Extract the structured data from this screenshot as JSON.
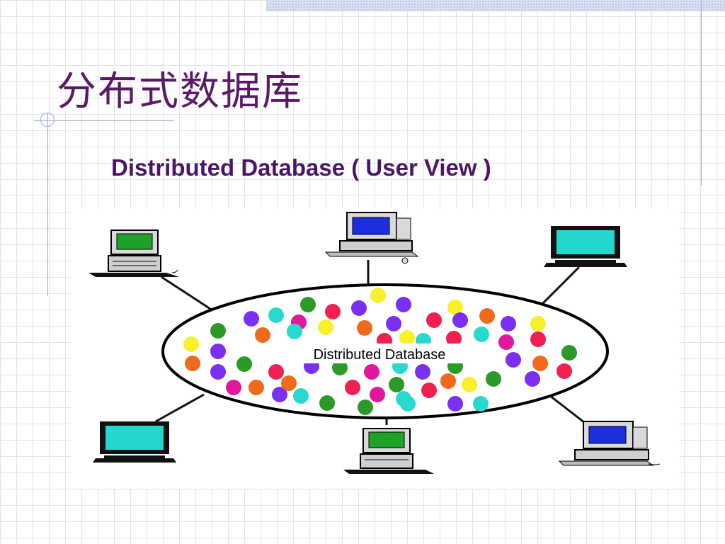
{
  "slide": {
    "title": "分布式数据库",
    "subtitle": "Distributed Database ( User View )"
  },
  "diagram": {
    "center_label": "Distributed Database",
    "dot_colors": [
      "#7b2ff2",
      "#29d8cf",
      "#f02050",
      "#f7f02a",
      "#f06a1c",
      "#e0189c",
      "#2c9a28"
    ],
    "nodes": [
      {
        "icon": "desktop-computer-icon",
        "screen_color": "#1ea328"
      },
      {
        "icon": "desktop-computer-icon",
        "screen_color": "#1c2ee0"
      },
      {
        "icon": "monitor-icon",
        "screen_color": "#22d8cc"
      },
      {
        "icon": "monitor-icon",
        "screen_color": "#22d8cc"
      },
      {
        "icon": "desktop-computer-icon",
        "screen_color": "#1ea328"
      },
      {
        "icon": "desktop-computer-icon",
        "screen_color": "#1c2ee0"
      }
    ]
  }
}
